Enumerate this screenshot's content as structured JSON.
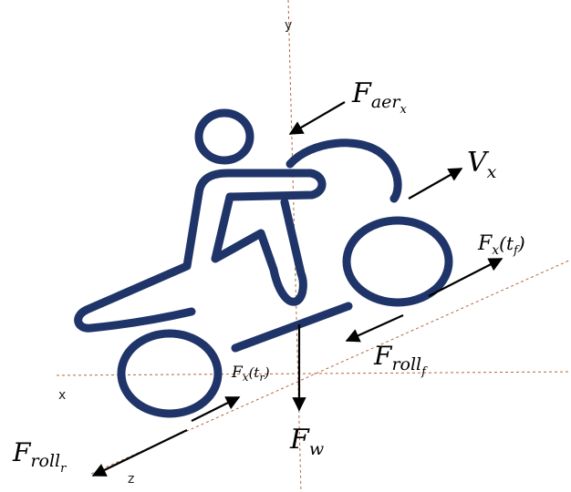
{
  "colors": {
    "rider": "#1f3468",
    "axis": "#b5673f",
    "force": "#000000"
  },
  "axes": {
    "x": "x",
    "y": "y",
    "z": "z"
  },
  "forces": {
    "F_aer_x": {
      "main": "F",
      "sub": "aer",
      "subsub": "x"
    },
    "V_x": {
      "main": "V",
      "sub": "x"
    },
    "F_x_tf": {
      "main": "F",
      "sub": "x",
      "arg": "(t",
      "argsub": "f",
      "close": ")"
    },
    "F_roll_f": {
      "main": "F",
      "sub": "roll",
      "subsub": "f"
    },
    "F_x_tr": {
      "main": "F",
      "sub": "x",
      "arg": "(t",
      "argsub": "r",
      "close": ")"
    },
    "F_w": {
      "main": "F",
      "sub": "w"
    },
    "F_roll_r": {
      "main": "F",
      "sub": "roll",
      "subsub": "r"
    }
  }
}
